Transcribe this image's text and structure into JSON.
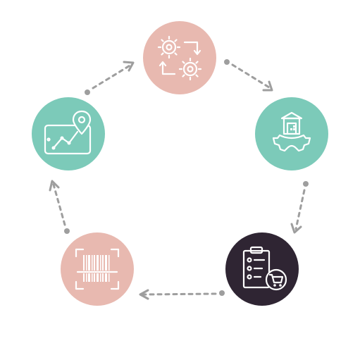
{
  "nodes": [
    {
      "id": "settings-sync",
      "icon": "gears-cycle-icon",
      "color": "#e8b9b0"
    },
    {
      "id": "warehouse-operations",
      "icon": "warehouse-gear-icon",
      "color": "#7ccab9"
    },
    {
      "id": "order-checklist",
      "icon": "clipboard-cart-icon",
      "color": "#2f2533"
    },
    {
      "id": "barcode-scan",
      "icon": "barcode-scanner-icon",
      "color": "#e8b9b0"
    },
    {
      "id": "tracking-analytics",
      "icon": "tablet-chart-location-icon",
      "color": "#7ccab9"
    }
  ],
  "connector_color": "#9e9e9e",
  "flow": "clockwise"
}
